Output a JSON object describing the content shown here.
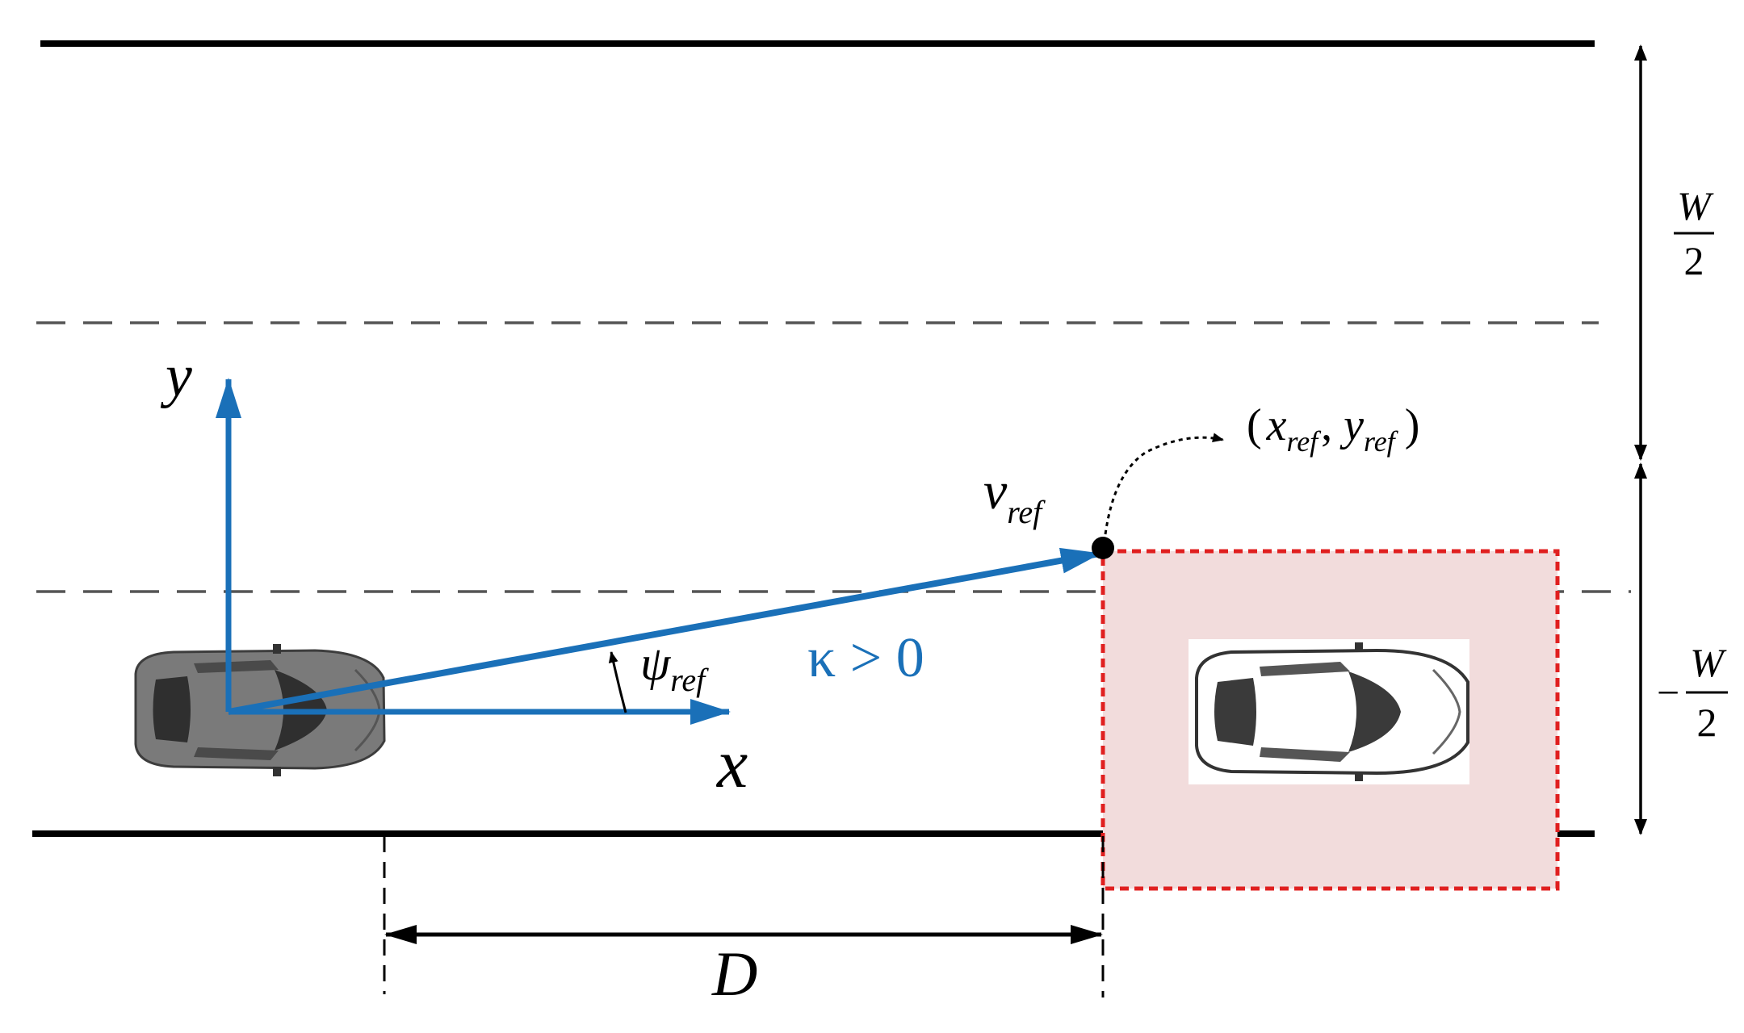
{
  "labels": {
    "y_axis": "y",
    "x_axis": "x",
    "v_main": "v",
    "v_sub": "ref",
    "psi_main": "ψ",
    "psi_sub": "ref",
    "kappa": "κ > 0",
    "point_open": "(",
    "point_x": "x",
    "point_x_sub": "ref",
    "point_comma": ",",
    "point_y": "y",
    "point_y_sub": "ref",
    "point_close": ")",
    "w_top_num": "W",
    "w_top_den": "2",
    "w_bot_sign": "−",
    "w_bot_num": "W",
    "w_bot_den": "2",
    "distance": "D"
  },
  "colors": {
    "road_line": "#000000",
    "lane_dash": "#555555",
    "axis_blue": "#1a70b8",
    "target_box_fill": "#f2dcdc",
    "target_box_border": "#e02020",
    "ego_car": "#7a7a7a",
    "target_car": "#ffffff"
  },
  "icons": {
    "ego_vehicle": "gray-car-top-view-icon",
    "target_vehicle": "white-car-top-view-icon"
  }
}
